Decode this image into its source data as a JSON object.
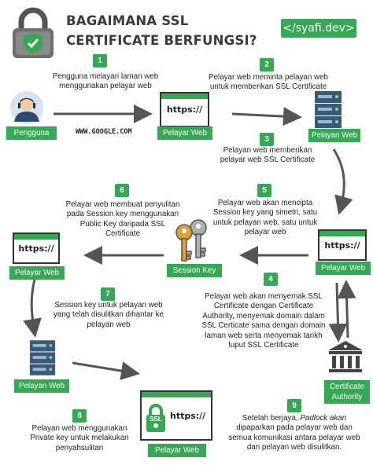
{
  "header": {
    "title_line1": "BAGAIMANA SSL",
    "title_line2": "CERTIFICATE BERFUNGSI?",
    "brand": "</syafi.dev>"
  },
  "steps": [
    {
      "num": "1",
      "text": "Pengguna  melayari laman web menggunakan pelayar web"
    },
    {
      "num": "2",
      "text": "Pelayar web meminta pelayan web untuk memberikan SSL Certificate"
    },
    {
      "num": "3",
      "text": "Pelayan web memberikan pelayar web SSL Certificate"
    },
    {
      "num": "4",
      "text": "Pelayar web akan menyemak SSL Certificate dengan Certificate Authority, menyemak domain dalam SSL Certicate sama dengan domain laman web serta menyemak tarikh luput SSL Certificate"
    },
    {
      "num": "5",
      "text": "Pelayar web akan mencipta Session key yang simetri, satu untuk pelayan web, satu untuk pelayar web"
    },
    {
      "num": "6",
      "text": "Pelayar web membuat penyulitan pada Session key menggunakan Public Key daripada SSL Certificate"
    },
    {
      "num": "7",
      "text": "Session key untuk pelayan web yang telah disulitkan dihantar ke pelayan web"
    },
    {
      "num": "8",
      "text": "Pelayan web menggunakan Private key untuk melakukan penyahsulitan"
    },
    {
      "num": "9",
      "text_before": "Setelah berjaya, ",
      "text_italic": "Padlock akan",
      "text_after": " dipaparkan pada pelayar web dan semua komunikasi antara pelayar web dan pelayan web disulitkan."
    }
  ],
  "labels": {
    "user": "Pengguna",
    "browser": "Pelayar Web",
    "server": "Pelayan Web",
    "session_key": "Session Key",
    "ca_line1": "Certificate",
    "ca_line2": "Authority",
    "url_text": "WWW.GOOGLE.COM",
    "https": "https://",
    "ssl": "SSL"
  },
  "colors": {
    "accent": "#34a853",
    "text": "#1e1e1e",
    "server_blue": "#3b5a7a",
    "key_gold": "#e0a22e"
  },
  "icons": [
    "padlock-shield-icon",
    "user-avatar-icon",
    "browser-window-icon",
    "server-rack-icon",
    "keys-icon",
    "bank-building-icon",
    "ssl-padlock-icon"
  ]
}
